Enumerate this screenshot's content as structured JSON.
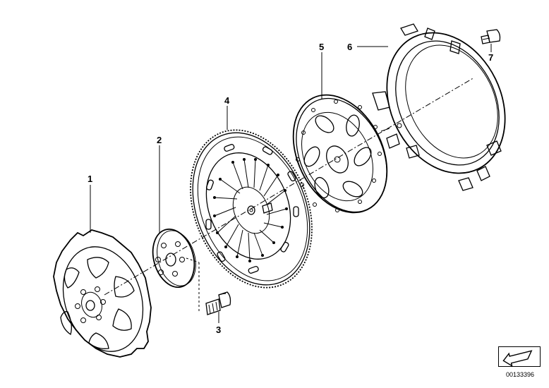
{
  "diagram": {
    "callouts": [
      "1",
      "2",
      "3",
      "4",
      "5",
      "6",
      "7"
    ],
    "reference_code": "00133396",
    "reference_icon": "arrow-icon"
  }
}
